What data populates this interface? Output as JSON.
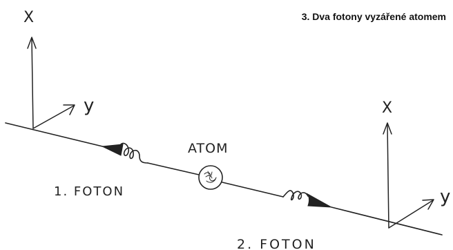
{
  "title": "3. Dva fotony vyzářené atomem",
  "labels": {
    "atom": "ATOM",
    "photon1": "1. FOTON",
    "photon2": "2. FOTON",
    "axis_x_left": "X",
    "axis_y_left": "y",
    "axis_x_right": "X",
    "axis_y_right": "y"
  },
  "colors": {
    "ink": "#222222",
    "background": "#ffffff"
  }
}
